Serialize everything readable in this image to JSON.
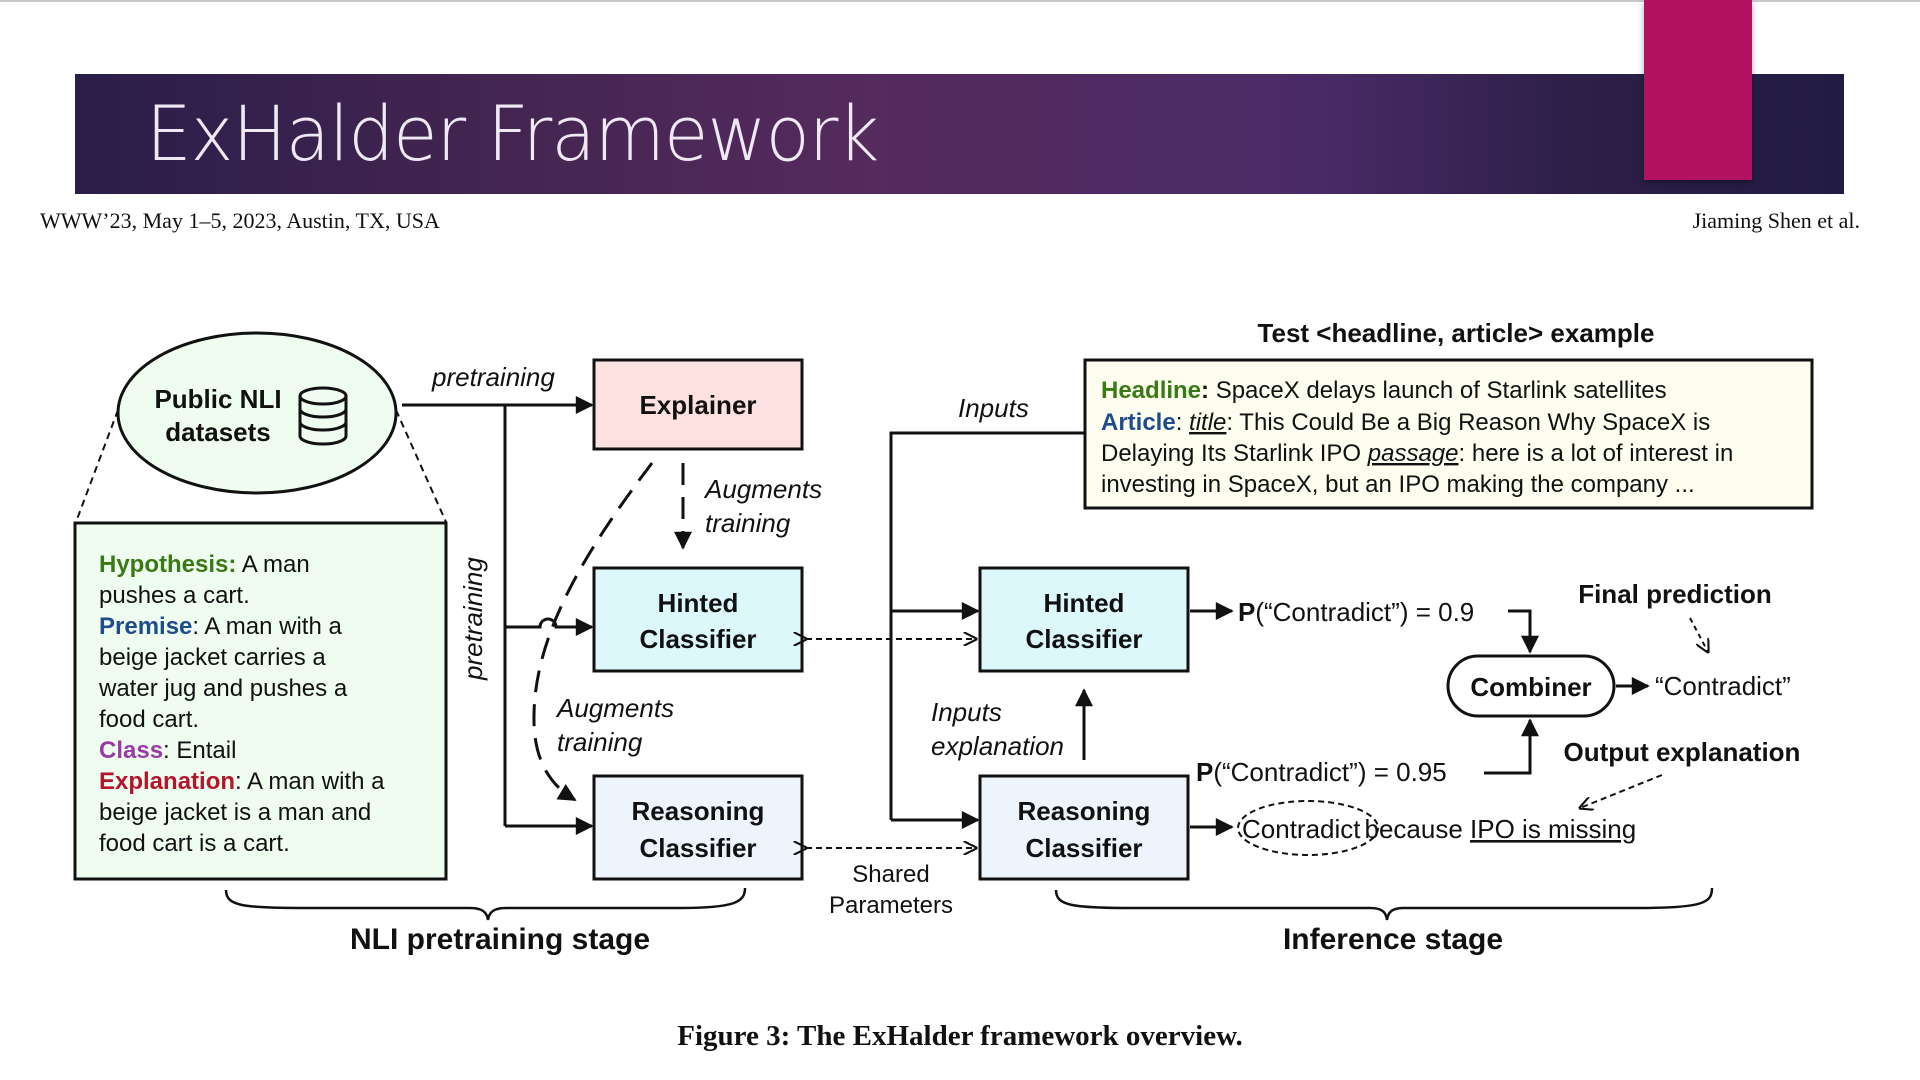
{
  "slide": {
    "title": "ExHalder Framework",
    "running_head_left": "WWW’23, May 1–5, 2023, Austin, TX, USA",
    "running_head_right": "Jiaming Shen et al.",
    "caption": "Figure 3: The ExHalder framework overview.",
    "colors": {
      "title_bar": "#3d2350",
      "accent": "#b31262",
      "explainer_fill": "#fde0e0",
      "hinted_fill": "#dcf8fb",
      "reasoning_fill": "#eef4fc",
      "nli_fill": "#effcf0",
      "test_fill": "#fdfdf0",
      "hypothesis": "#3a7a14",
      "premise": "#1e4c8c",
      "class": "#9a3aa6",
      "explanation": "#b5152b"
    }
  },
  "diagram": {
    "datasets": {
      "line1": "Public NLI",
      "line2": "datasets",
      "icon": "database-icon"
    },
    "nli_example": {
      "hypothesis_key": "Hypothesis:",
      "hypothesis_text": " A man",
      "hypothesis_line2": "pushes a cart.",
      "premise_key": "Premise",
      "premise_text": ":  A man with a",
      "premise_lines": [
        "beige jacket carries a",
        "water jug and pushes a",
        "food cart."
      ],
      "class_key": "Class",
      "class_text": ": Entail",
      "explanation_key": "Explanation",
      "explanation_text": ": A man with a",
      "explanation_lines": [
        "beige jacket is a man and",
        "food cart is a cart."
      ]
    },
    "labels": {
      "pretraining_top": "pretraining",
      "pretraining_vertical": "pretraining",
      "augments_1": "Augments",
      "training_1": "training",
      "augments_2": "Augments",
      "training_2": "training",
      "inputs": "Inputs",
      "inputs_expl_1": "Inputs",
      "inputs_expl_2": "explanation",
      "shared_1": "Shared",
      "shared_2": "Parameters",
      "nli_stage": "NLI pretraining stage",
      "inference_stage": "Inference stage",
      "test_title": "Test <headline, article> example",
      "final_prediction": "Final prediction",
      "output_explanation": "Output explanation"
    },
    "boxes": {
      "explainer": "Explainer",
      "hinted_1": "Hinted",
      "hinted_2": "Classifier",
      "reasoning_1": "Reasoning",
      "reasoning_2": "Classifier",
      "combiner": "Combiner"
    },
    "test_example": {
      "headline_key": "Headline",
      "headline_colon": ":",
      "headline_text": " SpaceX delays launch of Starlink satellites",
      "article_key": "Article",
      "article_colon": ": ",
      "title_word": "title",
      "article_line1_rest": ": This Could Be a Big Reason Why SpaceX is",
      "article_line2_a": "Delaying Its Starlink IPO ",
      "passage_word": "passage",
      "article_line2_b": ": here is a lot of interest in",
      "article_line3": "investing in SpaceX, but an IPO making the company ..."
    },
    "outputs": {
      "p_hinted_bold": "P",
      "p_hinted_rest": "(“Contradict”) = 0.9",
      "p_reasoning_bold": "P",
      "p_reasoning_rest": "(“Contradict”) = 0.95",
      "final_label": "“Contradict”",
      "expl_class": "Contradict",
      "expl_because": "because ",
      "expl_reason": "IPO is missing"
    }
  }
}
